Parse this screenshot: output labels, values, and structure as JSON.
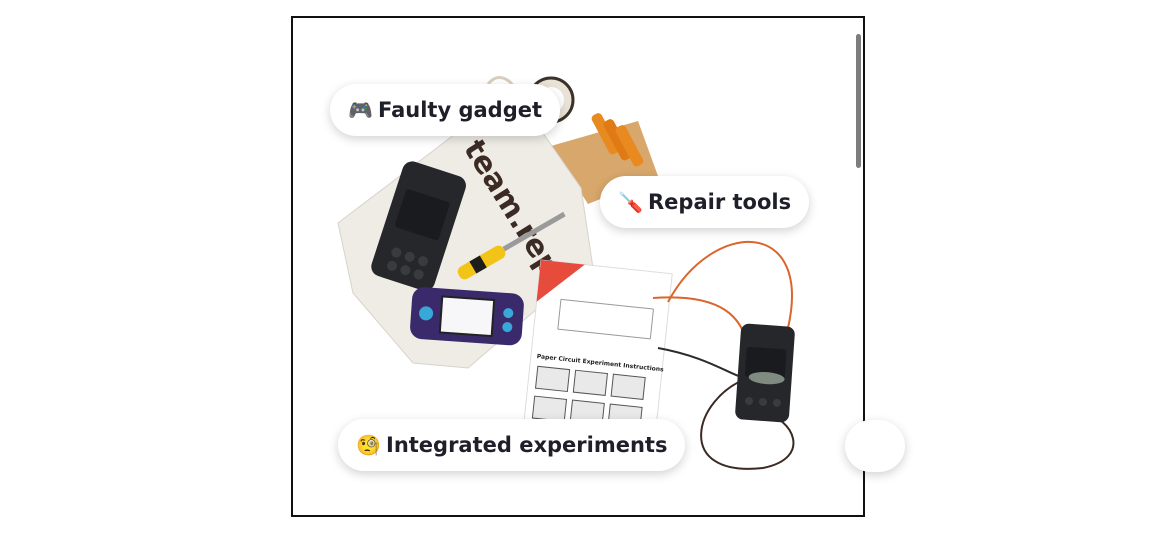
{
  "tags": {
    "faulty_gadget": {
      "emoji": "🎮",
      "label": "Faulty gadget"
    },
    "repair_tools": {
      "emoji": "🪛",
      "label": "Repair tools"
    },
    "integrated_experiments": {
      "emoji": "🧐",
      "label": "Integrated experiments"
    }
  },
  "product": {
    "bag_brand": "team.repair",
    "sheet_title": "Paper Circuit Experiment Instructions"
  },
  "colors": {
    "pill_bg": "#ffffff",
    "pill_text": "#1f1f2a",
    "frame_border": "#111111"
  }
}
